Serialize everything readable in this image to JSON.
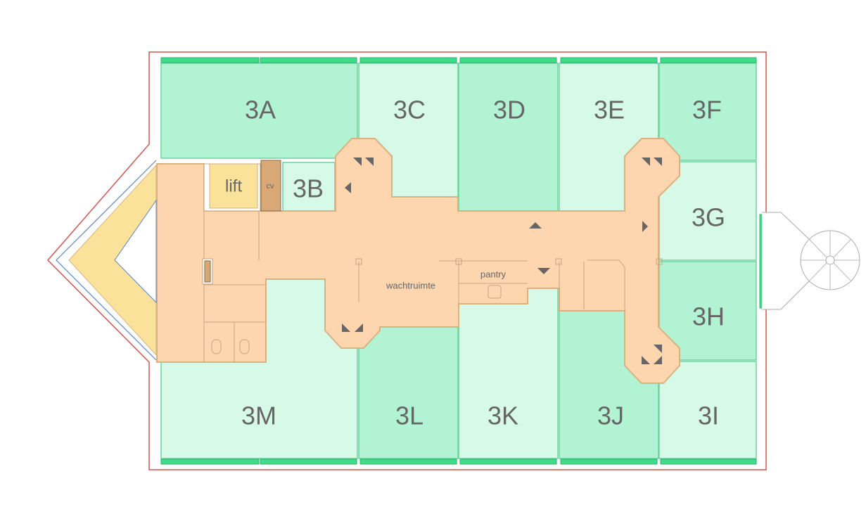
{
  "floorplan": {
    "rooms": {
      "r3A": "3A",
      "r3B": "3B",
      "r3C": "3C",
      "r3D": "3D",
      "r3E": "3E",
      "r3F": "3F",
      "r3G": "3G",
      "r3H": "3H",
      "r3I": "3I",
      "r3J": "3J",
      "r3K": "3K",
      "r3L": "3L",
      "r3M": "3M"
    },
    "lift": "lift",
    "cv": "cv",
    "waiting_area": "wachtruimte",
    "pantry": "pantry"
  },
  "colors": {
    "room_dark": "#b2f3d4",
    "room_light": "#d7f9e8",
    "corridor": "#fdd5ae",
    "lift": "#fbe29a",
    "cv": "#d9a877",
    "outline": "#d9534f"
  }
}
